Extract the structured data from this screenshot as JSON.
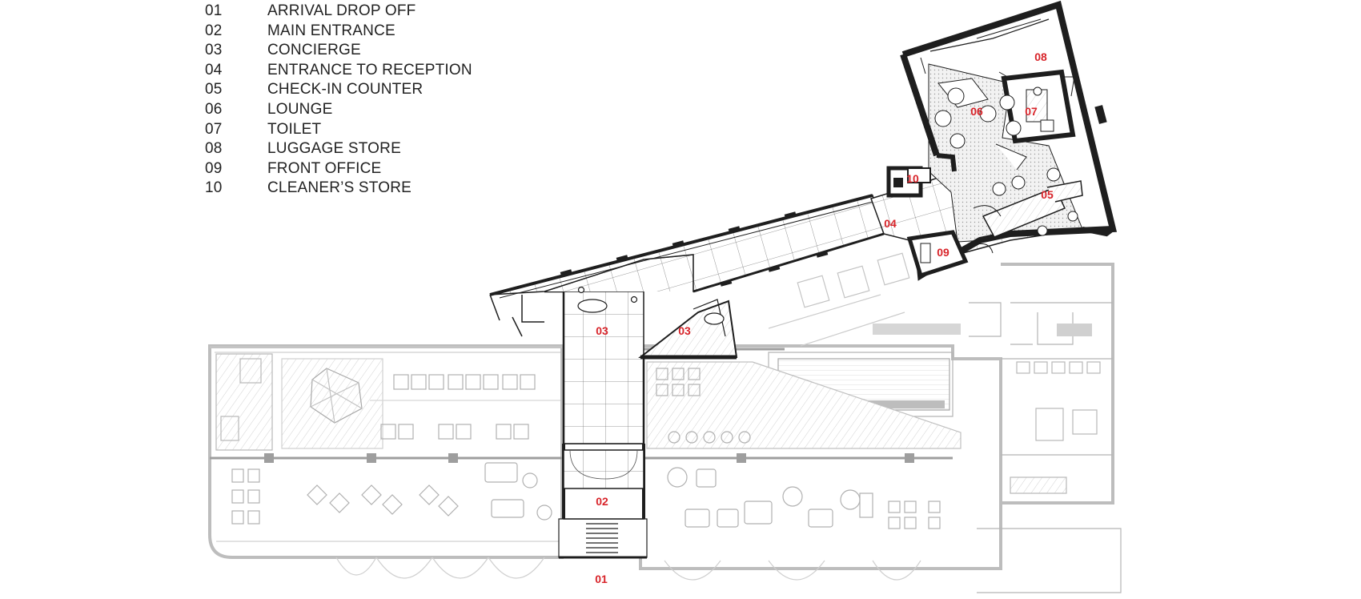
{
  "legend": [
    {
      "num": "01",
      "text": "ARRIVAL DROP OFF"
    },
    {
      "num": "02",
      "text": "MAIN ENTRANCE"
    },
    {
      "num": "03",
      "text": "CONCIERGE"
    },
    {
      "num": "04",
      "text": "ENTRANCE TO RECEPTION"
    },
    {
      "num": "05",
      "text": "CHECK-IN COUNTER"
    },
    {
      "num": "06",
      "text": "LOUNGE"
    },
    {
      "num": "07",
      "text": "TOILET"
    },
    {
      "num": "08",
      "text": "LUGGAGE STORE"
    },
    {
      "num": "09",
      "text": "FRONT OFFICE"
    },
    {
      "num": "10",
      "text": "CLEANER’S STORE"
    }
  ],
  "room_labels": {
    "r01": "01",
    "r02": "02",
    "r03a": "03",
    "r03b": "03",
    "r04": "04",
    "r05": "05",
    "r06": "06",
    "r07": "07",
    "r08": "08",
    "r09": "09",
    "r10": "10"
  },
  "colors": {
    "label_red": "#d8242a",
    "wall_dark": "#1e1e1e",
    "wall_grey": "#b5b5b5",
    "line_grey": "#c8c8c8"
  }
}
